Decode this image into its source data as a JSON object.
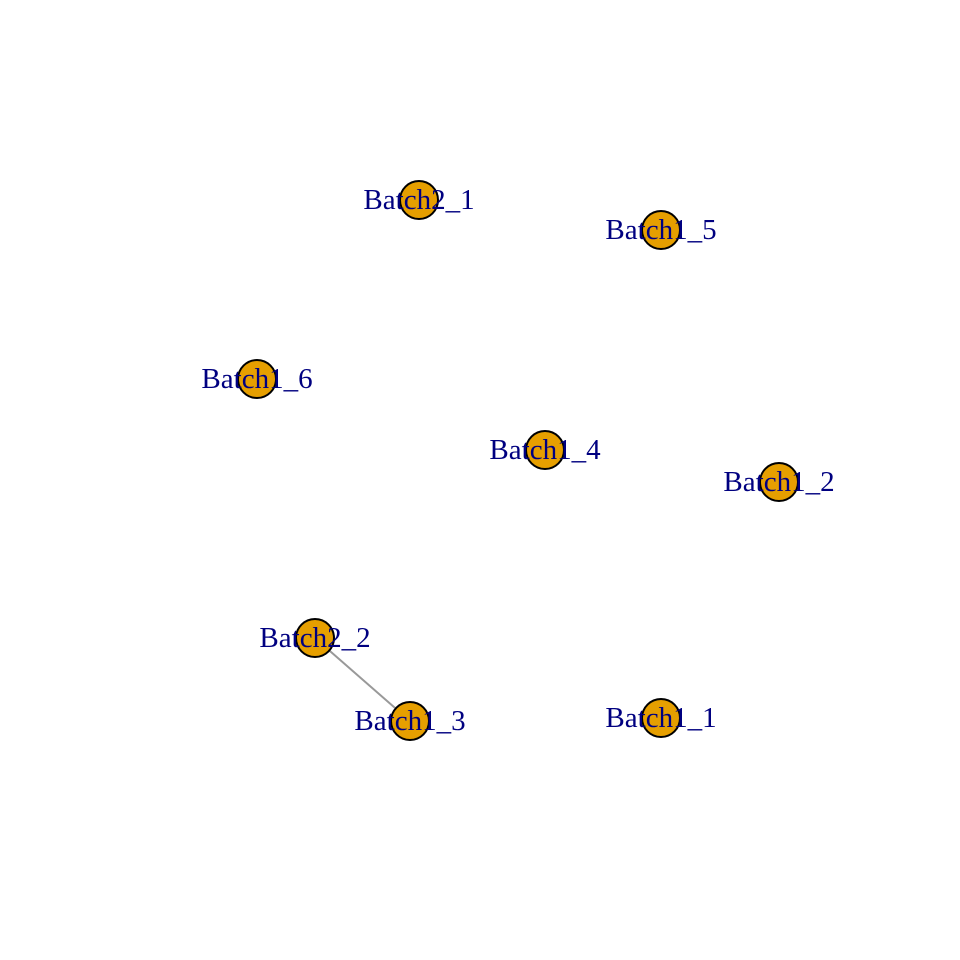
{
  "graph": {
    "node_fill": "#E69F00",
    "node_stroke": "#000000",
    "label_color": "#000080",
    "edge_color": "#999999",
    "nodes": [
      {
        "id": "Batch2_1",
        "label": "Batch2_1"
      },
      {
        "id": "Batch1_5",
        "label": "Batch1_5"
      },
      {
        "id": "Batch1_6",
        "label": "Batch1_6"
      },
      {
        "id": "Batch1_4",
        "label": "Batch1_4"
      },
      {
        "id": "Batch1_2",
        "label": "Batch1_2"
      },
      {
        "id": "Batch2_2",
        "label": "Batch2_2"
      },
      {
        "id": "Batch1_3",
        "label": "Batch1_3"
      },
      {
        "id": "Batch1_1",
        "label": "Batch1_1"
      }
    ],
    "edges": [
      {
        "source": "Batch2_2",
        "target": "Batch1_3"
      }
    ]
  }
}
